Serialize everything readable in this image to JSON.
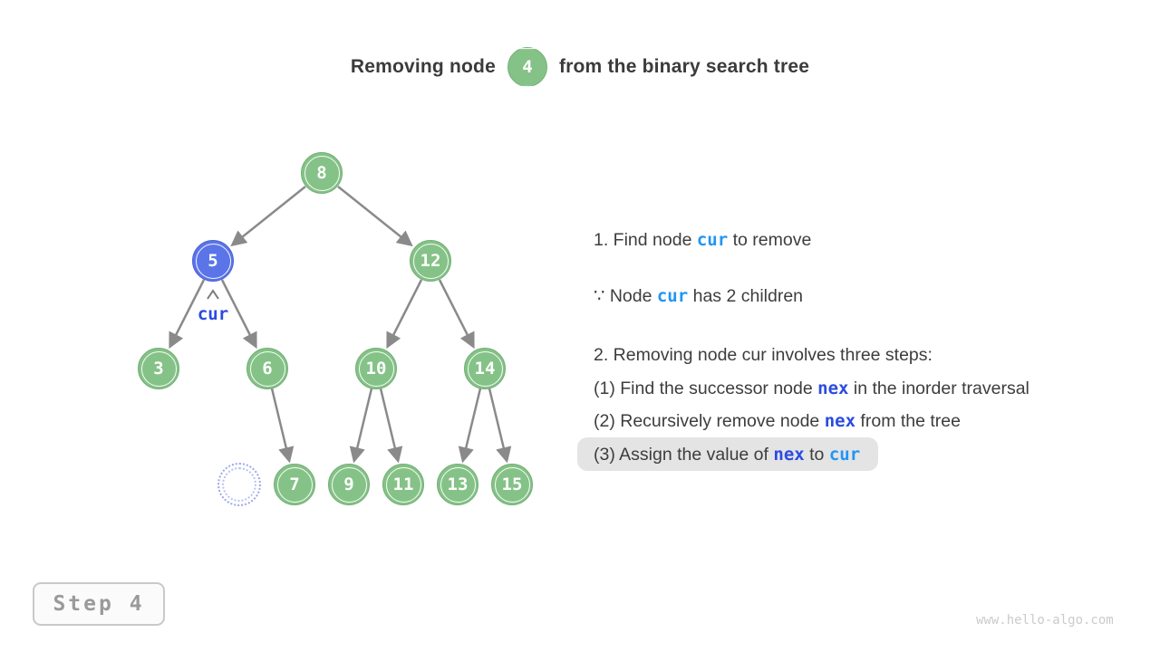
{
  "title": {
    "prefix": "Removing node",
    "highlight_node": "4",
    "suffix": "from the binary search tree"
  },
  "tree": {
    "nodes": [
      {
        "value": "8",
        "state": "normal"
      },
      {
        "value": "5",
        "state": "current"
      },
      {
        "value": "12",
        "state": "normal"
      },
      {
        "value": "3",
        "state": "normal"
      },
      {
        "value": "6",
        "state": "normal"
      },
      {
        "value": "10",
        "state": "normal"
      },
      {
        "value": "14",
        "state": "normal"
      },
      {
        "value": "7",
        "state": "normal"
      },
      {
        "value": "9",
        "state": "normal"
      },
      {
        "value": "11",
        "state": "normal"
      },
      {
        "value": "13",
        "state": "normal"
      },
      {
        "value": "15",
        "state": "normal"
      }
    ],
    "pointer_label": "cur",
    "removed_node_placeholder": "dotted-circle"
  },
  "explanation": {
    "line1": {
      "pre": "1. Find node ",
      "code": "cur",
      "post": " to remove"
    },
    "line2": {
      "pre": "∵ Node ",
      "code": "cur",
      "post": " has 2 children"
    },
    "line3": "2. Removing node cur involves three steps:",
    "line4": {
      "pre": "(1) Find the successor node ",
      "code": "nex",
      "post": " in the inorder traversal"
    },
    "line5": {
      "pre": "(2) Recursively remove node ",
      "code": "nex",
      "post": " from the tree"
    },
    "line6": {
      "pre": "(3) Assign the value of ",
      "code1": "nex",
      "mid": " to ",
      "code2": "cur"
    }
  },
  "step_indicator": "Step 4",
  "watermark": "www.hello-algo.com",
  "colors": {
    "node_green": "#85c287",
    "node_blue": "#5b74e8",
    "cur_text_blue": "#2196f3",
    "nex_text_blue": "#2b4bdf",
    "pointer_label_blue": "#2b4bdf",
    "edge_gray": "#8a8a8a",
    "highlight_pill_gray": "#e4e4e4"
  }
}
